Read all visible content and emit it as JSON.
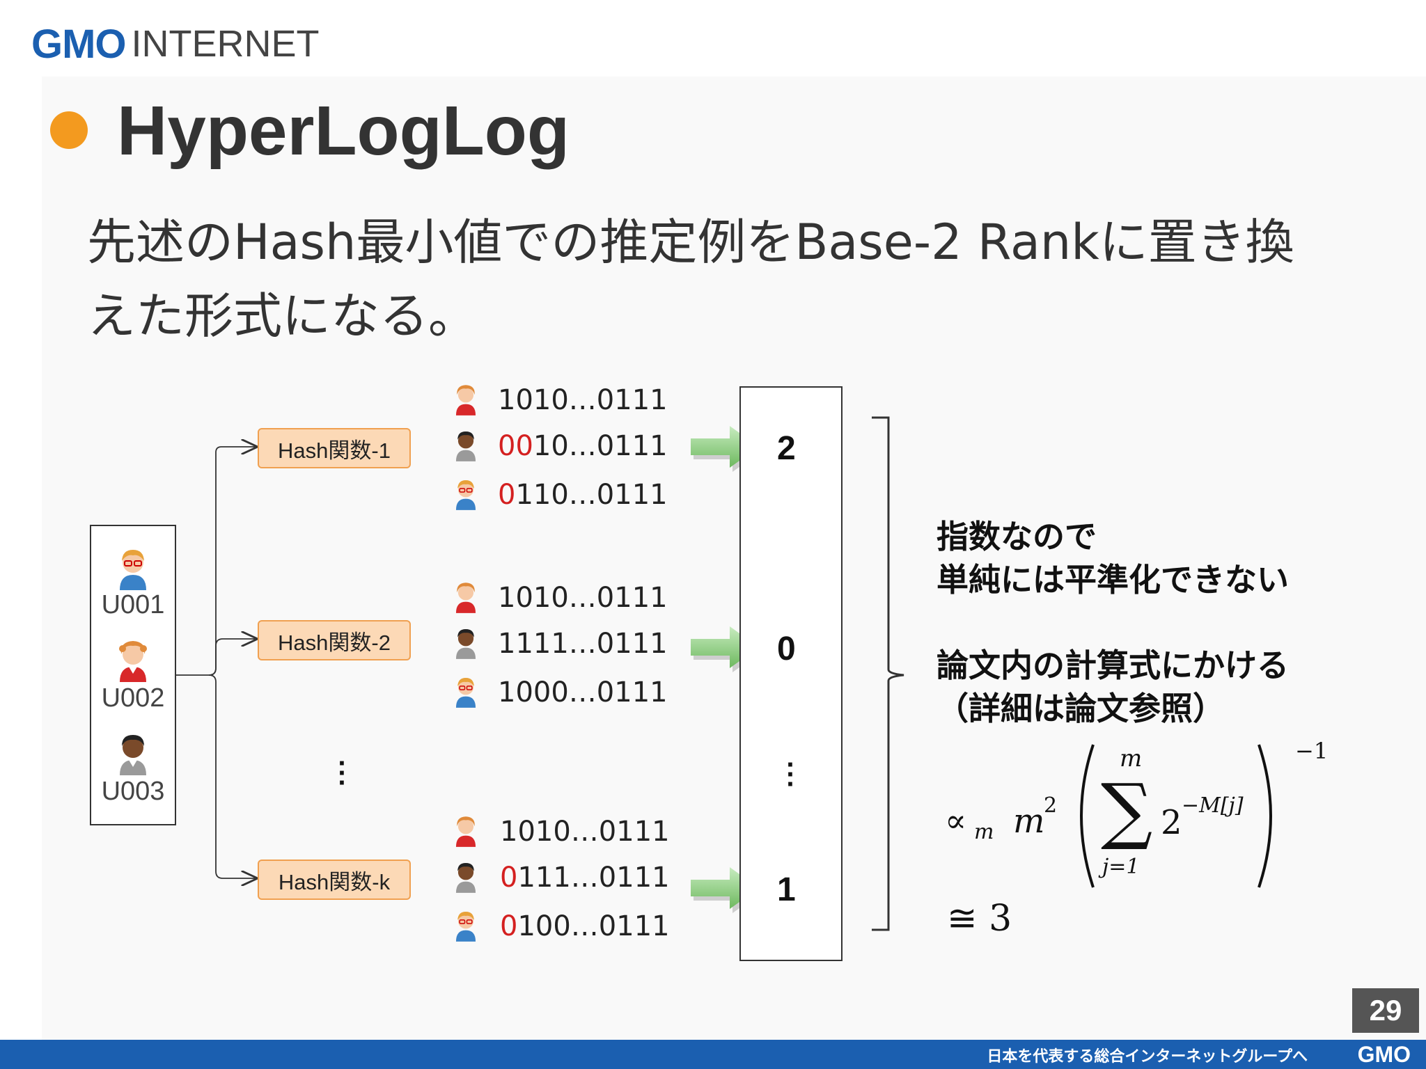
{
  "header": {
    "logo_mark": "GMO",
    "logo_text": "INTERNET"
  },
  "title": "HyperLogLog",
  "subtitle": "先述のHash最小値での推定例をBase-2 Rankに置き換えた形式になる。",
  "users": [
    {
      "id": "U001",
      "avatar": "blonde-glasses-user-icon"
    },
    {
      "id": "U002",
      "avatar": "orange-hair-user-icon"
    },
    {
      "id": "U003",
      "avatar": "dark-skin-user-icon"
    }
  ],
  "hash_functions": [
    {
      "label": "Hash関数-1",
      "rank": "2",
      "rows": [
        {
          "avatar": "orange-hair-user-icon",
          "red": "",
          "rest": "1010…0111"
        },
        {
          "avatar": "dark-skin-user-icon",
          "red": "00",
          "rest": "10…0111"
        },
        {
          "avatar": "blonde-glasses-user-icon",
          "red": "0",
          "rest": "110…0111"
        }
      ]
    },
    {
      "label": "Hash関数-2",
      "rank": "0",
      "rows": [
        {
          "avatar": "orange-hair-user-icon",
          "red": "",
          "rest": "1010…0111"
        },
        {
          "avatar": "dark-skin-user-icon",
          "red": "",
          "rest": "1111…0111"
        },
        {
          "avatar": "blonde-glasses-user-icon",
          "red": "",
          "rest": "1000…0111"
        }
      ]
    },
    {
      "label": "Hash関数-k",
      "rank": "1",
      "rows": [
        {
          "avatar": "orange-hair-user-icon",
          "red": "",
          "rest": "1010…0111"
        },
        {
          "avatar": "dark-skin-user-icon",
          "red": "0",
          "rest": "111…0111"
        },
        {
          "avatar": "blonde-glasses-user-icon",
          "red": "0",
          "rest": "100…0111"
        }
      ]
    }
  ],
  "notes": {
    "line1": "指数なので",
    "line2": "単純には平準化できない",
    "line3": "論文内の計算式にかける",
    "line4": "（詳細は論文参照）"
  },
  "formula": {
    "prop": "∝",
    "sub_m": "m",
    "m2_base": "m",
    "m2_exp": "2",
    "sigma": "∑",
    "sum_top": "m",
    "sum_bottom": "j=1",
    "term_base": "2",
    "term_exp": "−M[j]",
    "outer_exp": "−1",
    "approx": "≅ 3"
  },
  "page_number": "29",
  "footer": {
    "tagline": "日本を代表する総合インターネットグループへ",
    "brand": "GMO"
  },
  "colors": {
    "accent_orange": "#f39a1f",
    "brand_blue": "#1b5fb0",
    "bit_red": "#d42020",
    "hash_box_fill": "#fcd9b6",
    "arrow_green": "#7dc46e"
  }
}
